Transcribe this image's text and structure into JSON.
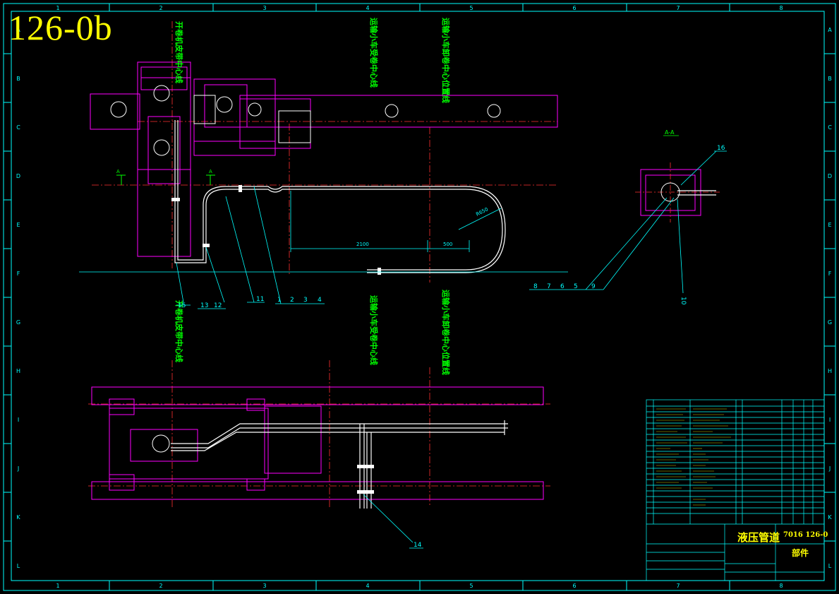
{
  "title_badge": "126-0b",
  "border": {
    "columns": [
      "1",
      "2",
      "3",
      "4",
      "5",
      "6",
      "7",
      "8"
    ],
    "rows": [
      "A",
      "B",
      "C",
      "D",
      "E",
      "F",
      "G",
      "H",
      "I",
      "J",
      "K",
      "L"
    ]
  },
  "labels": {
    "cl_top_1": "开卷机皮带中心线",
    "cl_top_2": "运输小车受卷中心线",
    "cl_top_3": "运输小车卸卷中心位置线",
    "cl_bot_1": "开卷机皮带中心线",
    "cl_bot_2": "运输小车受卷中心线",
    "cl_bot_3": "运输小车卸卷中心位置线",
    "section_mark": "A-A",
    "section_a": "A",
    "dim_2100": "2100",
    "dim_500": "500",
    "dim_r": "R650"
  },
  "callouts": {
    "c15": "15",
    "c13": "13",
    "c12": "12",
    "c11": "11",
    "c1": "1",
    "c2": "2",
    "c3": "3",
    "c4": "4",
    "c8": "8",
    "c7": "7",
    "c6": "6",
    "c5": "5",
    "c9": "9",
    "c10": "10",
    "c16": "16",
    "c14": "14"
  },
  "title_block": {
    "title": "液压管道",
    "drawing_no": "7016 126-0",
    "sub": "部件"
  },
  "colors": {
    "frame": "#00ffff",
    "part": "#ff00ff",
    "pipe": "#ffffff",
    "centerline": "#ff3030",
    "text": "#00ff00",
    "badge": "#ffff00"
  }
}
